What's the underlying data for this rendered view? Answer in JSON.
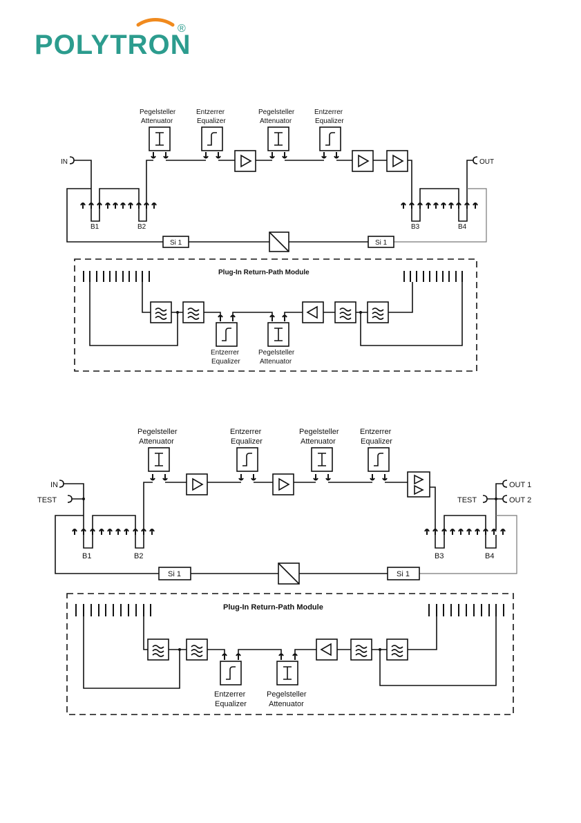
{
  "logo": {
    "text": "POLYTRON",
    "mark": "®",
    "text_color": "#2c9c8e",
    "swoosh_color": "#f08a1e"
  },
  "diagram1": {
    "labels": {
      "attenuator_de": "Pegelsteller",
      "attenuator_en": "Attenuator",
      "equalizer_de": "Entzerrer",
      "equalizer_en": "Equalizer",
      "in": "IN",
      "out": "OUT",
      "b1": "B1",
      "b2": "B2",
      "b3": "B3",
      "b4": "B4",
      "fuse": "Si 1",
      "module_title": "Plug-In Return-Path Module"
    }
  },
  "diagram2": {
    "labels": {
      "attenuator_de": "Pegelsteller",
      "attenuator_en": "Attenuator",
      "equalizer_de": "Entzerrer",
      "equalizer_en": "Equalizer",
      "in": "IN",
      "test": "TEST",
      "out1": "OUT 1",
      "out2": "OUT 2",
      "b1": "B1",
      "b2": "B2",
      "b3": "B3",
      "b4": "B4",
      "fuse": "Si 1",
      "module_title": "Plug-In Return-Path Module"
    }
  },
  "colors": {
    "line": "#111111",
    "thin_line": "#777777"
  },
  "icons": [
    "amplifier-icon",
    "equalizer-icon",
    "attenuator-icon",
    "lowpass-filter-icon",
    "highpass-filter-icon",
    "power-supply-icon",
    "jumper-icon"
  ]
}
